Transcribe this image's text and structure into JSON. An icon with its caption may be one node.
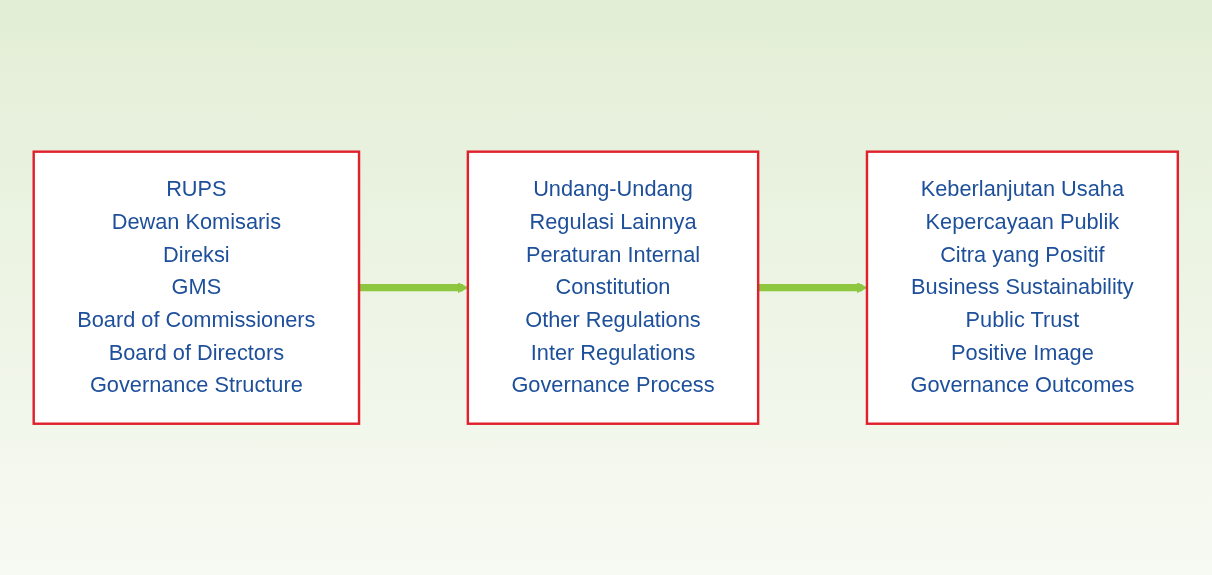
{
  "diagram": {
    "nodes": [
      {
        "text": [
          "RUPS",
          "Dewan Komisaris",
          "Direksi",
          "GMS",
          "Board of Commissioners",
          "Board of Directors",
          "Governance Structure"
        ]
      },
      {
        "text": [
          "Undang-Undang",
          "Regulasi Lainnya",
          "Peraturan Internal",
          "Constitution",
          "Other Regulations",
          "Inter Regulations",
          "Governance Process"
        ]
      },
      {
        "text": [
          "Keberlanjutan Usaha",
          "Kepercayaan Publik",
          "Citra yang Positif",
          "Business Sustainability",
          "Public Trust",
          "Positive Image",
          "Governance Outcomes"
        ]
      }
    ],
    "edges": [
      {
        "from": 0,
        "to": 1,
        "arrow": "to"
      },
      {
        "from": 1,
        "to": 2,
        "arrow": "to"
      }
    ]
  }
}
